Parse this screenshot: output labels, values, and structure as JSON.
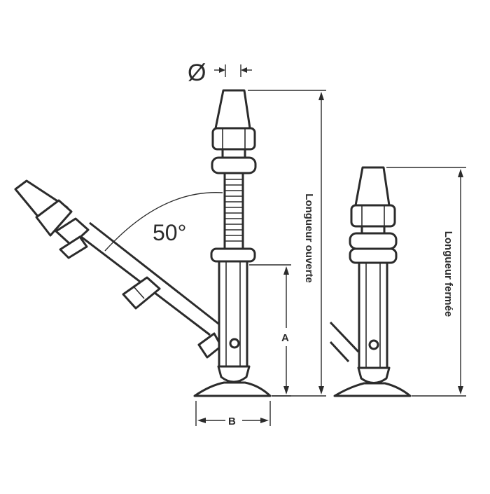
{
  "labels": {
    "diameter": "Ø",
    "angle": "50°",
    "open_length": "Longueur ouverte",
    "closed_length": "Longueur fermée",
    "dim_a": "A",
    "dim_b": "B"
  },
  "colors": {
    "line": "#2b2b2b",
    "background": "#ffffff"
  }
}
